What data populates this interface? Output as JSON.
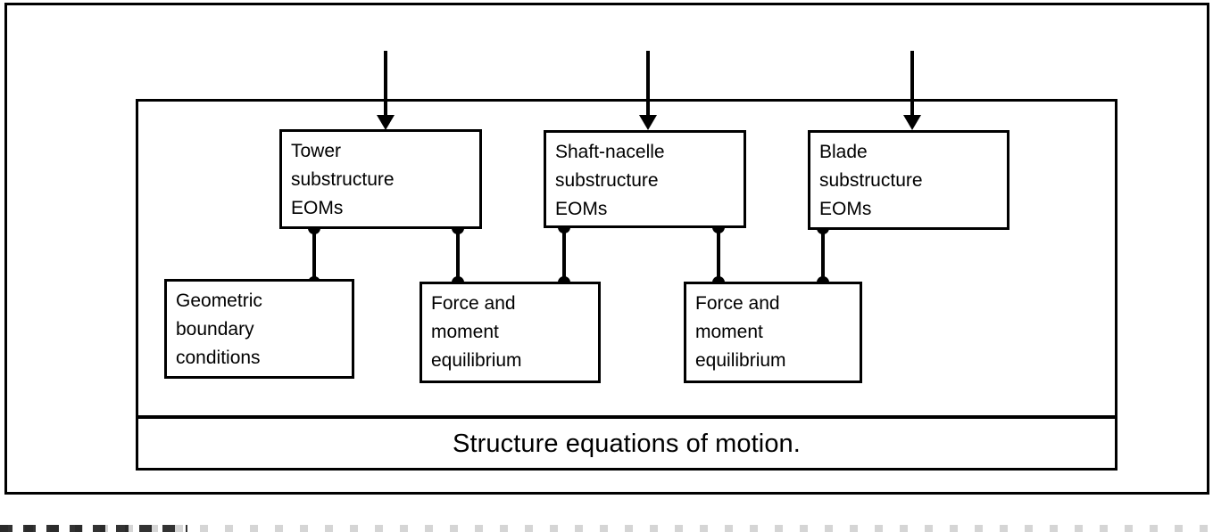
{
  "figure": {
    "caption": "Structure equations of motion.",
    "line_color": "#000000",
    "background_color": "#ffffff"
  },
  "boxes": {
    "tower": {
      "line1": "Tower",
      "line2": "substructure",
      "line3": "EOMs"
    },
    "shaft": {
      "line1": "Shaft-nacelle",
      "line2": "substructure",
      "line3": "EOMs"
    },
    "blade": {
      "line1": "Blade",
      "line2": "substructure",
      "line3": "EOMs"
    },
    "geometric": {
      "line1": "Geometric",
      "line2": "boundary",
      "line3": "conditions"
    },
    "force_moment_1": {
      "line1": "Force and",
      "line2": "moment",
      "line3": "equilibrium"
    },
    "force_moment_2": {
      "line1": "Force and",
      "line2": "moment",
      "line3": "equilibrium"
    }
  }
}
